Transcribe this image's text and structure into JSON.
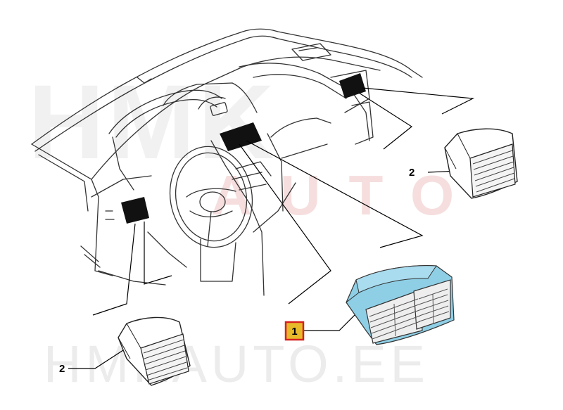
{
  "diagram": {
    "callouts": [
      {
        "id": "1",
        "label": "1",
        "highlight_color": "#e8ba2a",
        "border_color": "#d62020"
      },
      {
        "id": "2a",
        "label": "2"
      },
      {
        "id": "2b",
        "label": "2"
      }
    ],
    "part_highlight_color": "#8ecfe6",
    "watermark": {
      "logo_text": "HMK AUTO",
      "bottom_text": "HMKAUTO.EE"
    }
  }
}
